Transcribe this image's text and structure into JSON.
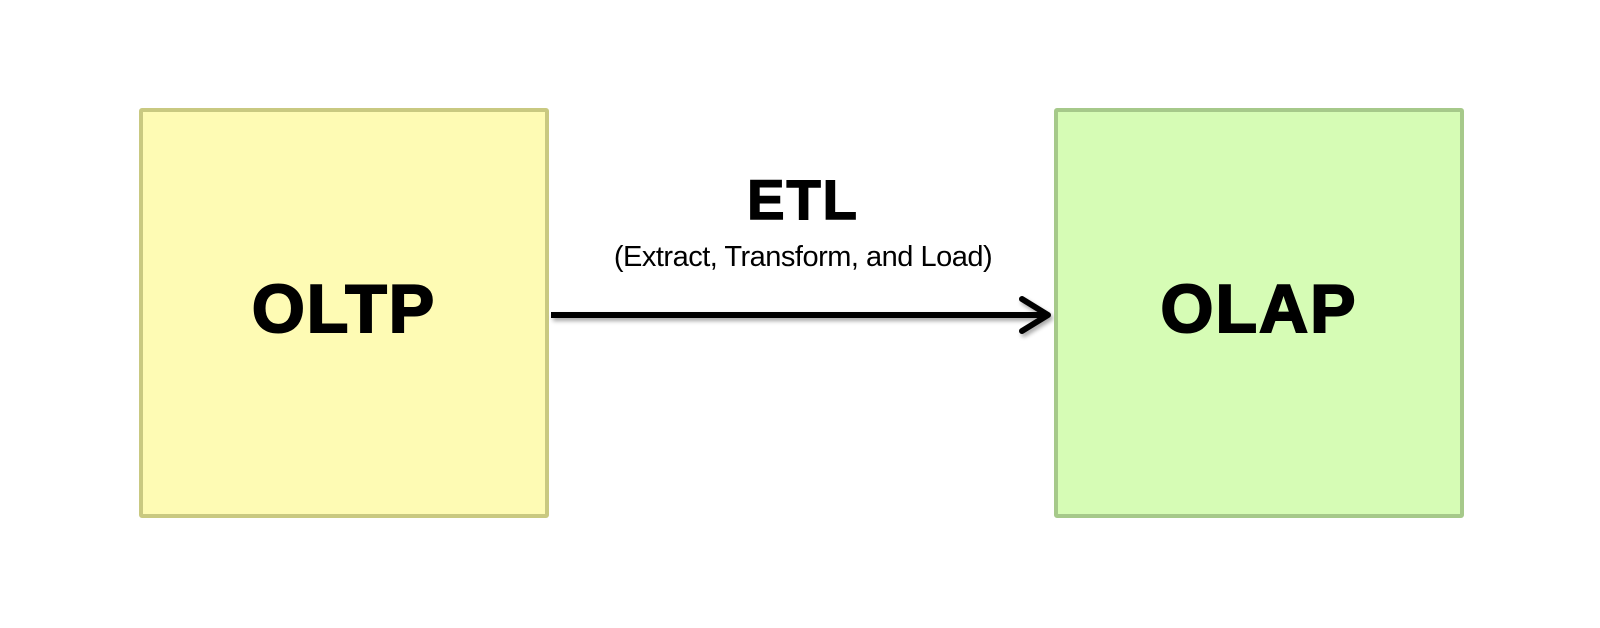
{
  "diagram": {
    "source": {
      "label": "OLTP",
      "fill": "#fefbb4",
      "border": "#c9c981"
    },
    "target": {
      "label": "OLAP",
      "fill": "#d6fcb5",
      "border": "#a6c98a"
    },
    "connector": {
      "title": "ETL",
      "subtitle": "(Extract, Transform, and Load)",
      "color": "#000000",
      "direction": "left-to-right"
    }
  }
}
